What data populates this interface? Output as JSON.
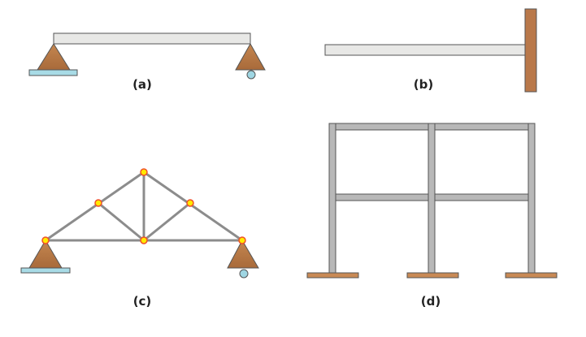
{
  "labels": {
    "a": "(a)",
    "b": "(b)",
    "c": "(c)",
    "d": "(d)"
  },
  "colors": {
    "beam": "#e8e8e6",
    "frame": "#b8b8b8",
    "support": "#b97a45",
    "plate": "#a8dbe6",
    "roller": "#9fd6e3",
    "wall": "#b9784a",
    "truss_member": "#8c8c8c",
    "node_fill": "#ffea00",
    "node_stroke": "#f0502a"
  }
}
